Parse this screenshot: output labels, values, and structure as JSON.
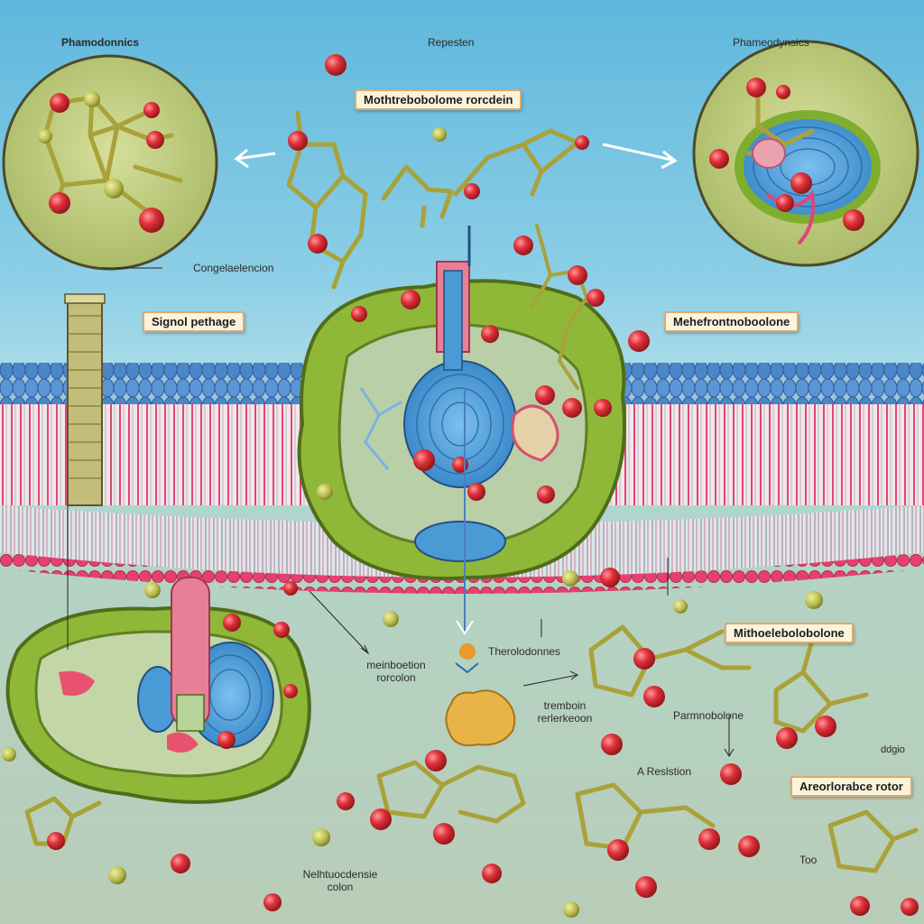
{
  "labels": {
    "top_left": "Phamodonnics",
    "top_center": "Repesten",
    "top_right": "Phameodynsics",
    "box_top": "Mothtrebobolome rorcdein",
    "congel": "Congelaelencion",
    "box_signal": "Signol pethage",
    "box_right": "Mehefrontnoboolone",
    "box_mid_right": "Mithoelebolobolone",
    "box_bottom_right": "Areorlorabce rotor",
    "left_react": "meinboetion rorcolon",
    "theraid": "Therolodonnes",
    "tremb": "tremboin rerlerkeoon",
    "parmo": "Parmnobolone",
    "a_resis": "A Reslstion",
    "nelta": "Nelhtuocdensie colon",
    "too": "Too",
    "ddgio": "ddgio"
  },
  "colors": {
    "membrane_head_blue": "#4a86c8",
    "membrane_tail_pink": "#e0457a",
    "cell_green": "#8fb838",
    "atom_red": "#e0303a",
    "bond_olive": "#a9a23a",
    "box_border": "#e0a86a",
    "nucleus_blue": "#4a9ad6"
  }
}
